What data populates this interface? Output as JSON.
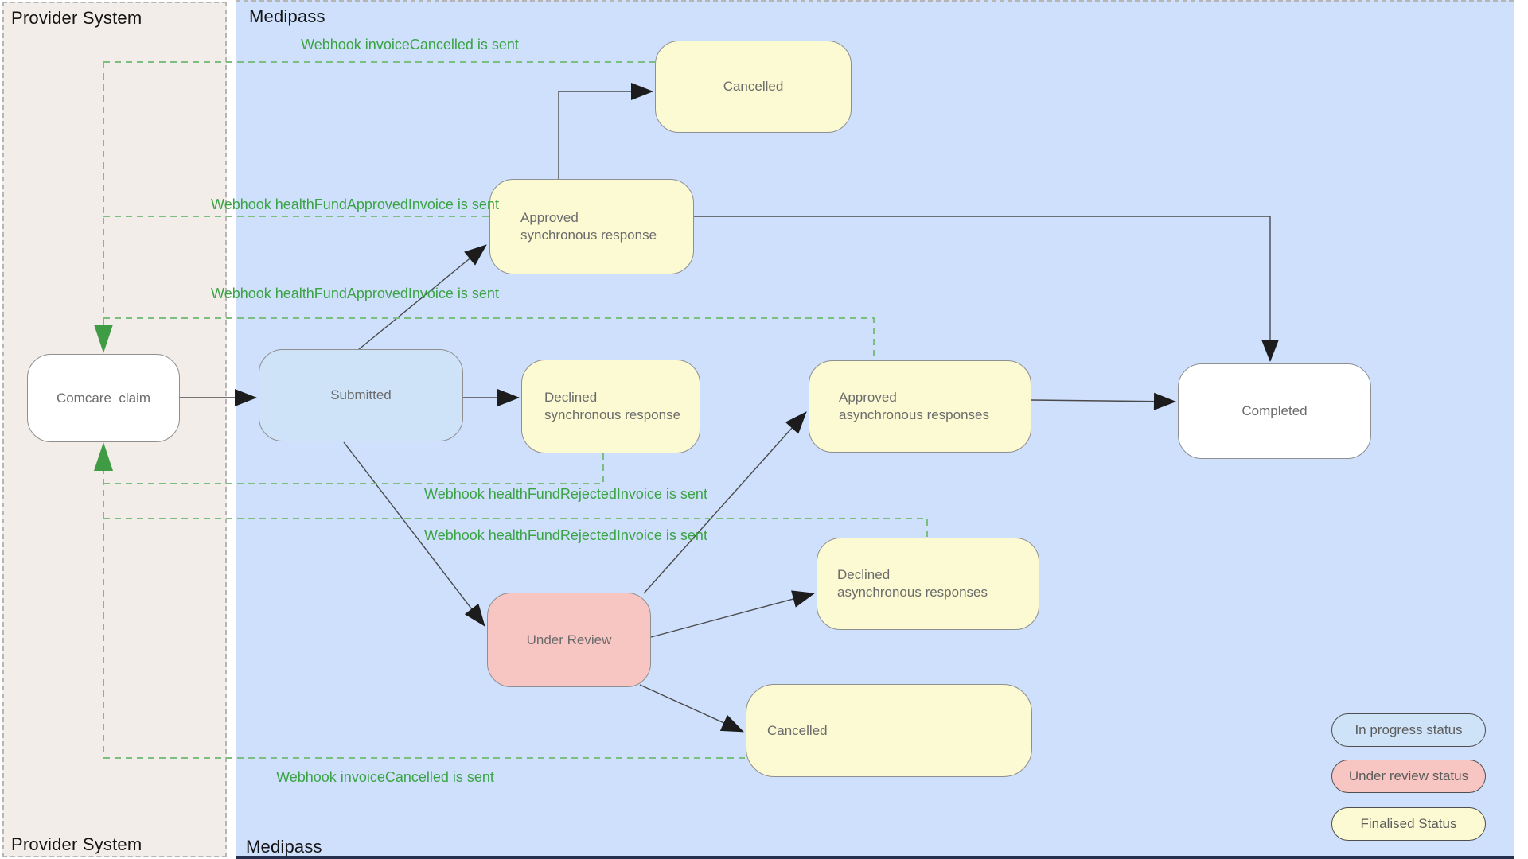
{
  "lanes": {
    "provider": {
      "label_top": "Provider System",
      "label_bottom": "Provider System"
    },
    "medipass": {
      "label_top": "Medipass",
      "label_bottom": "Medipass"
    }
  },
  "nodes": {
    "comcare": {
      "label": "Comcare  claim"
    },
    "submitted": {
      "label": "Submitted"
    },
    "approved_sync": {
      "line1": "Approved",
      "line2": "synchronous response"
    },
    "cancelled_top": {
      "label": "Cancelled"
    },
    "declined_sync": {
      "line1": "Declined",
      "line2": "synchronous response"
    },
    "approved_async": {
      "line1": "Approved",
      "line2": "asynchronous responses"
    },
    "declined_async": {
      "line1": "Declined",
      "line2": "asynchronous responses"
    },
    "under_review": {
      "label": "Under Review"
    },
    "cancelled_bottom": {
      "label": "Cancelled"
    },
    "completed": {
      "label": "Completed"
    }
  },
  "webhooks": {
    "invoice_cancelled_top": "Webhook invoiceCancelled is sent",
    "health_fund_approved_1": "Webhook healthFundApprovedInvoice is sent",
    "health_fund_approved_2": "Webhook healthFundApprovedInvoice is sent",
    "health_fund_rejected_1": "Webhook healthFundRejectedInvoice is sent",
    "health_fund_rejected_2": "Webhook healthFundRejectedInvoice is sent",
    "invoice_cancelled_bottom": "Webhook invoiceCancelled is sent"
  },
  "legend": {
    "in_progress": "In progress status",
    "under_review": "Under review status",
    "finalised": "Finalised Status"
  },
  "colors": {
    "provider_lane": "#f2ede9",
    "medipass_lane": "#cfe0fd",
    "in_progress_fill": "#cfe3f8",
    "under_review_fill": "#f8c6c2",
    "finalised_fill": "#fbfad3",
    "webhook_green": "#3ba344",
    "webhook_dash_green": "#7cbd80",
    "edge_black": "#3d3d3d"
  }
}
